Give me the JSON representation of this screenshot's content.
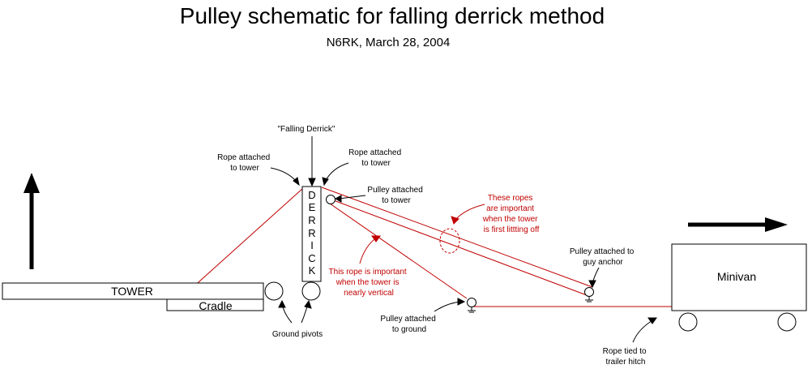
{
  "title": "Pulley schematic for falling derrick method",
  "subtitle": "N6RK, March 28, 2004",
  "colors": {
    "rope": "#c00000",
    "annotation": "#c00000",
    "ink": "#000000",
    "background": "#ffffff"
  },
  "components": {
    "tower": "TOWER",
    "cradle": "Cradle",
    "derrick_letters": [
      "D",
      "E",
      "R",
      "R",
      "I",
      "C",
      "K"
    ],
    "minivan": "Minivan"
  },
  "labels": {
    "falling_derrick": "\"Falling Derrick\"",
    "rope_attached_left": [
      "Rope attached",
      "to tower"
    ],
    "rope_attached_right": [
      "Rope attached",
      "to tower"
    ],
    "pulley_tower": [
      "Pulley attached",
      "to tower"
    ],
    "ropes_first_lifting": [
      "These ropes",
      "are important",
      "when the tower",
      "is first littting off"
    ],
    "rope_nearly_vertical": [
      "This rope is important",
      "when the tower is",
      "nearly vertical"
    ],
    "pulley_guy_anchor": [
      "Pulley attached to",
      "guy anchor"
    ],
    "pulley_ground": [
      "Pulley attached",
      "to ground"
    ],
    "ground_pivots": "Ground pivots",
    "rope_tied_hitch": [
      "Rope tied to",
      "trailer hitch"
    ]
  },
  "arrows": {
    "tower_motion": "up-arrow",
    "minivan_motion": "right-arrow"
  }
}
